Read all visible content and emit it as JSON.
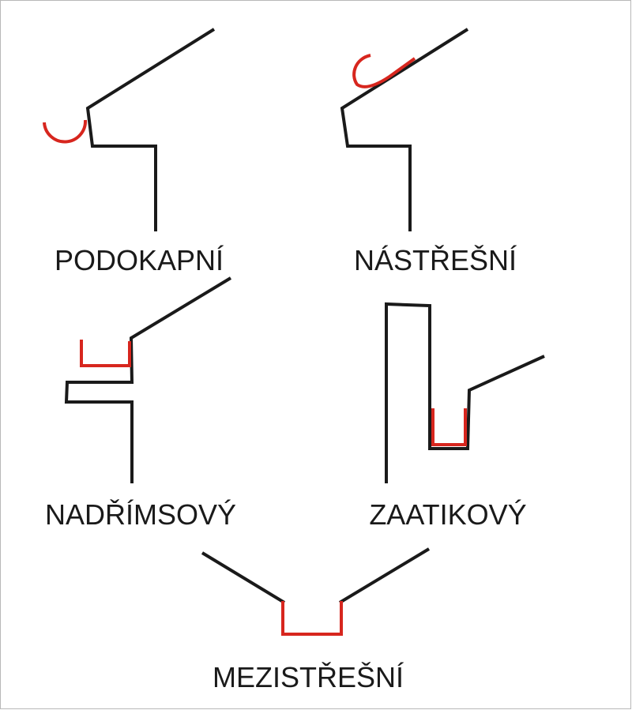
{
  "colors": {
    "roof": "#1a1a1a",
    "gutter": "#d7261e",
    "background": "#ffffff",
    "frame": "#b8b8b8"
  },
  "diagrams": [
    {
      "id": "podokapni",
      "label": "PODOKAPNÍ"
    },
    {
      "id": "nastresni",
      "label": "NÁSTŘEŠNÍ"
    },
    {
      "id": "nadrimsovy",
      "label": "NADŘÍMSOVÝ"
    },
    {
      "id": "zaatikovy",
      "label": "ZAATIKOVÝ"
    },
    {
      "id": "mezistresni",
      "label": "MEZISTŘEŠNÍ"
    }
  ]
}
